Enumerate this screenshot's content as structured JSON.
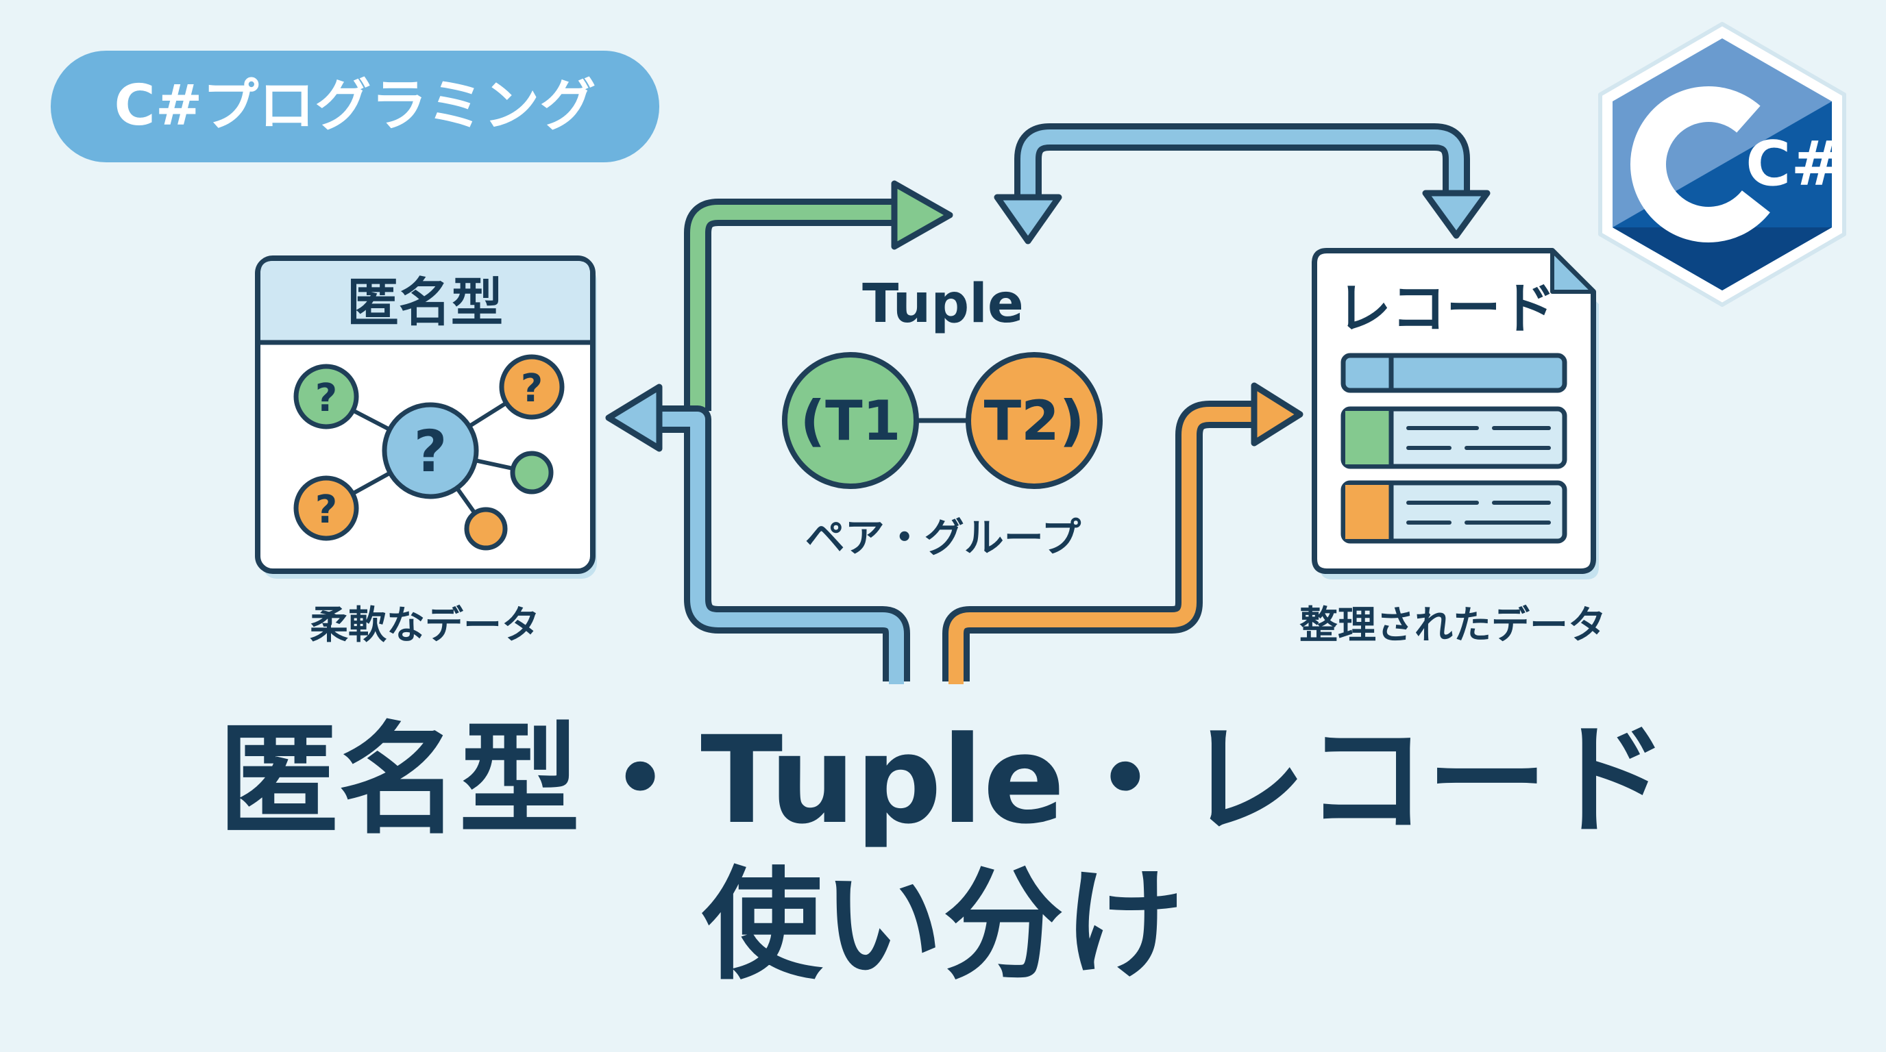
{
  "badge": {
    "label": "C#プログラミング",
    "color": "#6db3de"
  },
  "logo": {
    "label": "C#",
    "icon": "csharp-hexagon-logo"
  },
  "anonymous": {
    "title": "匿名型",
    "caption": "柔軟なデータ",
    "node_symbol": "?"
  },
  "tuple": {
    "title": "Tuple",
    "item1": "(T1",
    "item2": "T2)",
    "caption": "ペア・グループ"
  },
  "record": {
    "title": "レコード",
    "caption": "整理されたデータ"
  },
  "headline": {
    "line1": "匿名型・Tuple・レコード",
    "line2": "使い分け"
  },
  "colors": {
    "dark": "#1f3f58",
    "blue": "#8ec5e3",
    "green": "#84c98f",
    "orange": "#f3a84f",
    "background": "#e9f4f8"
  }
}
